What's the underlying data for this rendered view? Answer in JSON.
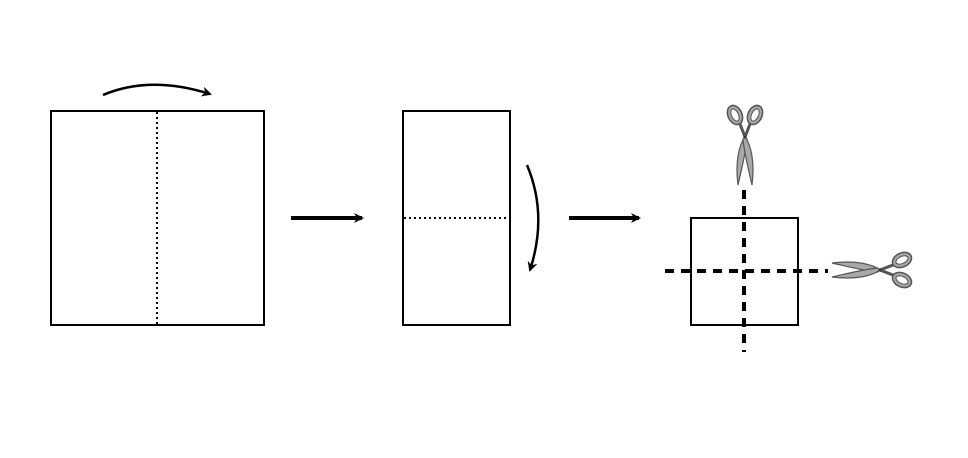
{
  "colors": {
    "stroke": "#000000",
    "scissors_fill": "#a8a8a8",
    "scissors_stroke": "#555555",
    "background": "#ffffff"
  },
  "icons": [
    "curved-arrow",
    "right-arrow",
    "scissors"
  ]
}
